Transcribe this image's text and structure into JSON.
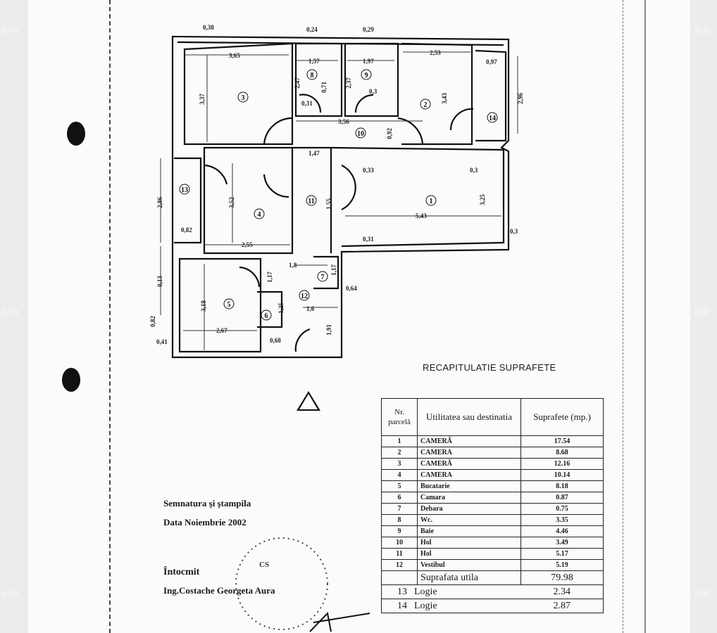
{
  "watermarks": [
    "a?a",
    "Adr",
    "a?a",
    "Adr",
    "a?a",
    "Adr"
  ],
  "plan": {
    "rooms": [
      "1",
      "2",
      "3",
      "4",
      "5",
      "6",
      "7",
      "8",
      "9",
      "10",
      "11",
      "12",
      "13",
      "14"
    ],
    "dimensions": [
      "0,38",
      "0,24",
      "0,29",
      "3,65",
      "1,57",
      "1,97",
      "2,53",
      "0,97",
      "3,37",
      "2,47",
      "0,71",
      "0,31",
      "2,37",
      "0,3",
      "3,43",
      "2,96",
      "3,56",
      "0,92",
      "1,47",
      "0,33",
      "0,3",
      "2,86",
      "3,52",
      "0,82",
      "2,55",
      "5,43",
      "1,55",
      "0,31",
      "0,3",
      "0,13",
      "1,8",
      "1,17",
      "1,17",
      "0,64",
      "3,18",
      "1,6",
      "1,25",
      "2,67",
      "0,68",
      "1,91",
      "0,82",
      "0,41",
      "3,25"
    ]
  },
  "recap": {
    "title": "RECAPITULATIE SUPRAFETE",
    "headers": {
      "nr": "Nr. parcelă",
      "use": "Utilitatea sau destinatia",
      "area": "Suprafete (mp.)"
    },
    "rows": [
      {
        "nr": "1",
        "use": "CAMERĂ",
        "area": "17.54"
      },
      {
        "nr": "2",
        "use": "CAMERA",
        "area": "8.68"
      },
      {
        "nr": "3",
        "use": "CAMERĂ",
        "area": "12.16"
      },
      {
        "nr": "4",
        "use": "CAMERA",
        "area": "10.14"
      },
      {
        "nr": "5",
        "use": "Bucatarie",
        "area": "8.18"
      },
      {
        "nr": "6",
        "use": "Camara",
        "area": "0.87"
      },
      {
        "nr": "7",
        "use": "Debara",
        "area": "0.75"
      },
      {
        "nr": "8",
        "use": "Wc.",
        "area": "3.35"
      },
      {
        "nr": "9",
        "use": "Baie",
        "area": "4.46"
      },
      {
        "nr": "10",
        "use": "Hol",
        "area": "3.49"
      },
      {
        "nr": "11",
        "use": "Hol",
        "area": "5.17"
      },
      {
        "nr": "12",
        "use": "Vestibul",
        "area": "5.19"
      }
    ],
    "total": {
      "label": "Suprafata utila",
      "area": "79.98"
    },
    "extra": [
      {
        "nr": "13",
        "use": "Logie",
        "area": "2.34"
      },
      {
        "nr": "14",
        "use": "Logie",
        "area": "2.87"
      }
    ]
  },
  "signature": {
    "line1": "Semnatura şi ştampila",
    "line2": "Data  Noiembrie  2002",
    "prepared": "Întocmit",
    "author": "Ing.Costache Georgeta Aura",
    "stamp_text": "CS"
  }
}
